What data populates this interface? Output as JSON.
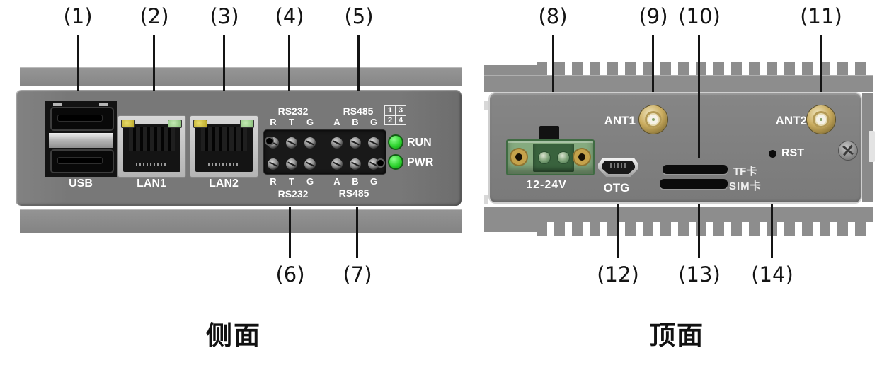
{
  "callouts": {
    "side_top": [
      "(1)",
      "(2)",
      "(3)",
      "(4)",
      "(5)"
    ],
    "side_bottom": [
      "(6)",
      "(7)"
    ],
    "top_top": [
      "(8)",
      "(9)",
      "(10)",
      "(11)"
    ],
    "top_bottom": [
      "(12)",
      "(13)",
      "(14)"
    ]
  },
  "side_view": {
    "caption": "侧面",
    "usb": {
      "label": "USB"
    },
    "lan1": {
      "label": "LAN1"
    },
    "lan2": {
      "label": "LAN2"
    },
    "serial": {
      "rs232_label": "RS232",
      "rs485_label": "RS485",
      "rs232_pins": [
        "R",
        "T",
        "G"
      ],
      "rs485_pins": [
        "A",
        "B",
        "G"
      ],
      "dip": [
        "1",
        "3",
        "2",
        "4"
      ]
    },
    "leds": [
      {
        "label": "RUN"
      },
      {
        "label": "PWR"
      }
    ]
  },
  "top_view": {
    "caption": "顶面",
    "power": {
      "label": "12-24V"
    },
    "ant1": {
      "label": "ANT1"
    },
    "ant2": {
      "label": "ANT2"
    },
    "otg": {
      "label": "OTG"
    },
    "tf": {
      "label": "TF卡"
    },
    "sim": {
      "label": "SIM卡"
    },
    "rst": {
      "label": "RST"
    }
  },
  "colors": {
    "led_green": "#2ed32e",
    "body_gray": "#7a7a7a",
    "rail_gray": "#8d8d8d",
    "terminal_green": "#85ab7f",
    "sma_gold": "#cbad60"
  }
}
